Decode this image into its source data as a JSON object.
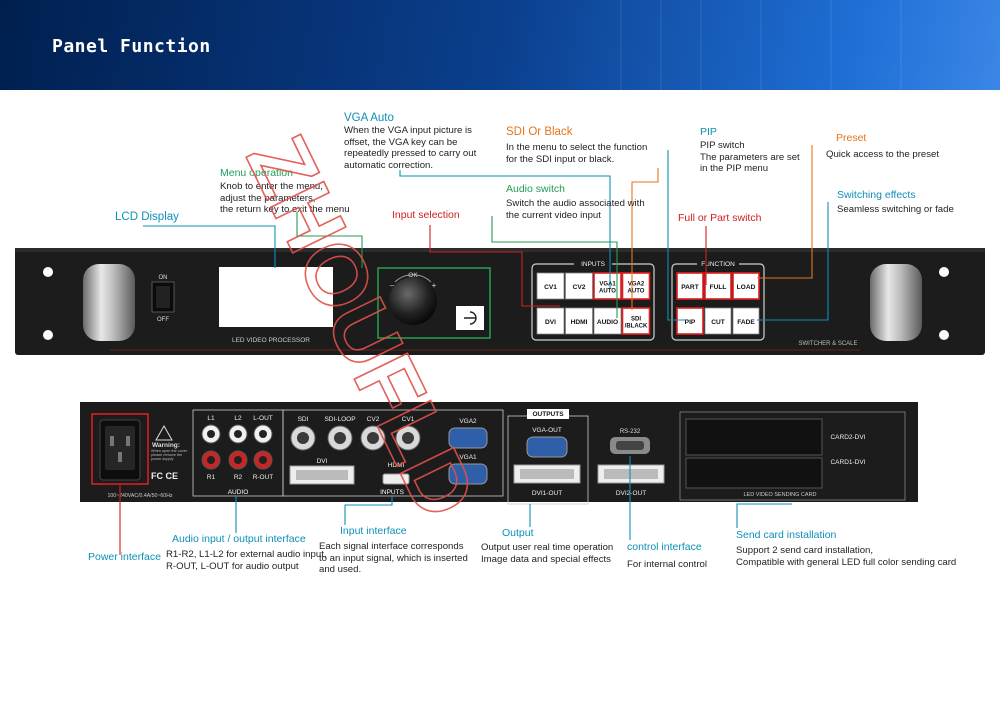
{
  "page_title": "Panel Function",
  "front_panel": {
    "power_on": "ON",
    "power_off": "OFF",
    "device_name": "LED VIDEO PROCESSOR",
    "knob_label": "OK",
    "knob_minus": "–",
    "knob_plus": "+",
    "brand_right": "SWITCHER & SCALE",
    "inputs_group_title": "INPUTS",
    "function_group_title": "FUNCTION",
    "input_buttons_row1": [
      "CV1",
      "CV2",
      "VGA1 AUTO",
      "VGA2 AUTO"
    ],
    "input_buttons_row2": [
      "DVI",
      "HDMI",
      "AUDIO",
      "SDI /BLACK"
    ],
    "function_buttons_row1": [
      "PART",
      "FULL",
      "LOAD"
    ],
    "function_buttons_row2": [
      "PIP",
      "CUT",
      "FADE"
    ]
  },
  "rear_panel": {
    "warning_title": "Warning:",
    "warning_text": "When open the cover please remove the power supply",
    "fcc_text": "FC CE",
    "power_rating": "100~240VAC/0.4A/50~60Hz",
    "audio_ports": [
      "L1",
      "L2",
      "L-OUT",
      "R1",
      "R2",
      "R-OUT"
    ],
    "audio_title": "AUDIO",
    "input_ports": [
      "SDI",
      "SDI-LOOP",
      "CV2",
      "CV1",
      "VGA2",
      "DVI",
      "HDMI",
      "VGA1"
    ],
    "inputs_title": "INPUTS",
    "outputs_title": "OUTPUTS",
    "output_ports": [
      "VGA-OUT",
      "DVI1-OUT",
      "DVI2-OUT"
    ],
    "serial_port": "RS-232",
    "card_slots": [
      "CARD2-DVI",
      "CARD1-DVI"
    ],
    "card_area_label": "LED VIDEO SENDING CARD"
  },
  "callouts": {
    "lcd_display": {
      "title": "LCD Display"
    },
    "menu_operation": {
      "title": "Menu operation",
      "lines": [
        "Knob to enter the menu,",
        "adjust the parameters,",
        "the return key to exit the menu"
      ]
    },
    "vga_auto": {
      "title": "VGA Auto",
      "lines": [
        "When the VGA input picture is",
        "offset, the VGA key can be",
        "repeatedly pressed to carry out",
        "automatic correction."
      ]
    },
    "input_selection": {
      "title": "Input selection"
    },
    "sdi_or_black": {
      "title": "SDI Or Black",
      "lines": [
        "In the menu to select the function",
        "for the SDI input or black."
      ]
    },
    "audio_switch": {
      "title": "Audio switch",
      "lines": [
        "Switch the audio associated with",
        "the current video input"
      ]
    },
    "pip": {
      "title": "PIP",
      "lines": [
        "PIP switch",
        "The parameters are set",
        "in the PIP menu"
      ]
    },
    "full_or_part": {
      "title": "Full or Part switch"
    },
    "preset": {
      "title": "Preset",
      "lines": [
        "Quick access to the preset"
      ]
    },
    "switching_effects": {
      "title": "Switching effects",
      "lines": [
        "Seamless switching or fade"
      ]
    },
    "power_interface": {
      "title": "Power interface"
    },
    "audio_io": {
      "title": "Audio input / output interface",
      "lines": [
        "R1-R2, L1-L2 for external audio input,",
        "R-OUT, L-OUT for audio output"
      ]
    },
    "input_interface": {
      "title": "Input interface",
      "lines": [
        "Each signal interface corresponds",
        "to an input signal, which is inserted",
        "and used."
      ]
    },
    "output": {
      "title": "Output",
      "lines": [
        "Output user real time operation",
        "Image data and special effects"
      ]
    },
    "control_interface": {
      "title": "control interface",
      "lines": [
        "For internal control"
      ]
    },
    "send_card": {
      "title": "Send card installation",
      "lines": [
        "Support 2 send card installation,",
        "Compatible with general LED full color sending card"
      ]
    }
  },
  "watermark": {
    "text": "ZHOUFLD"
  },
  "colors": {
    "header_dark": "#001f4f",
    "header_light": "#3b86e6",
    "label_blue": "#0e8fb8",
    "label_orange": "#e8731a",
    "label_red": "#d02020",
    "label_green": "#239b57",
    "panel_black": "#1c1c1c",
    "highlight_red": "#e02020",
    "watermark_red": "#e0504a"
  }
}
